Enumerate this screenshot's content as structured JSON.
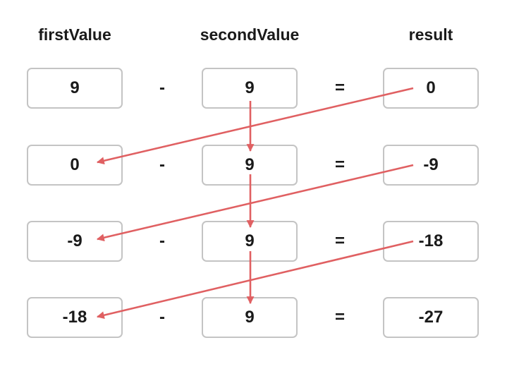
{
  "headers": {
    "first": "firstValue",
    "second": "secondValue",
    "result": "result"
  },
  "operators": {
    "minus": "-",
    "equals": "="
  },
  "rows": [
    {
      "first": "9",
      "second": "9",
      "result": "0"
    },
    {
      "first": "0",
      "second": "9",
      "result": "-9"
    },
    {
      "first": "-9",
      "second": "9",
      "result": "-18"
    },
    {
      "first": "-18",
      "second": "9",
      "result": "-27"
    }
  ],
  "colors": {
    "arrow": "#e06062",
    "box_border": "#c4c4c4",
    "text": "#1a1a1a"
  }
}
